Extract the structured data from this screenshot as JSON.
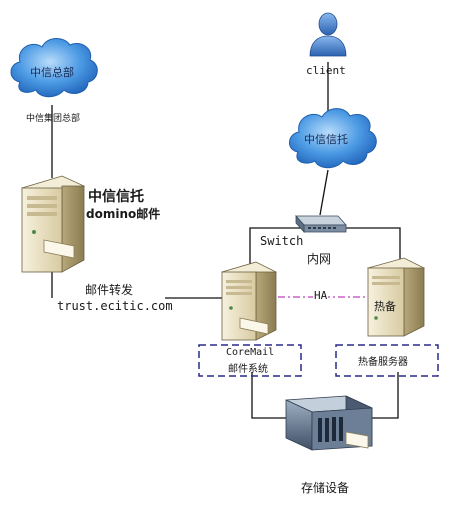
{
  "nodes": {
    "hq_cloud": {
      "label": "中信总部",
      "caption": "中信集团总部",
      "icon": "cloud-icon"
    },
    "client": {
      "label": "client",
      "icon": "user-icon"
    },
    "trust_cloud": {
      "label": "中信信托",
      "icon": "cloud-icon"
    },
    "domino_server": {
      "title": "中信信托",
      "subtitle": "domino邮件",
      "icon": "server-tower-icon"
    },
    "switch": {
      "label": "Switch",
      "icon": "switch-icon"
    },
    "lan": {
      "label": "内网"
    },
    "forward": {
      "label": "邮件转发",
      "host": "trust.ecitic.com"
    },
    "coremail_server": {
      "name": "CoreMail",
      "desc": "邮件系统",
      "icon": "server-tower-icon"
    },
    "ha_link": {
      "label": "HA"
    },
    "standby_server": {
      "label": "热备",
      "caption": "热备服务器",
      "icon": "server-tower-icon"
    },
    "storage": {
      "label": "存储设备",
      "icon": "storage-array-icon"
    }
  },
  "colors": {
    "cloud": "#2f7fd4",
    "cloud_light": "#8cc2f2",
    "line": "#111111",
    "ha_line": "#c040c0",
    "dash_box": "#2a2a8a",
    "server_body": "#efe6cc",
    "server_shade": "#a89a70",
    "user": "#3d78c8"
  }
}
